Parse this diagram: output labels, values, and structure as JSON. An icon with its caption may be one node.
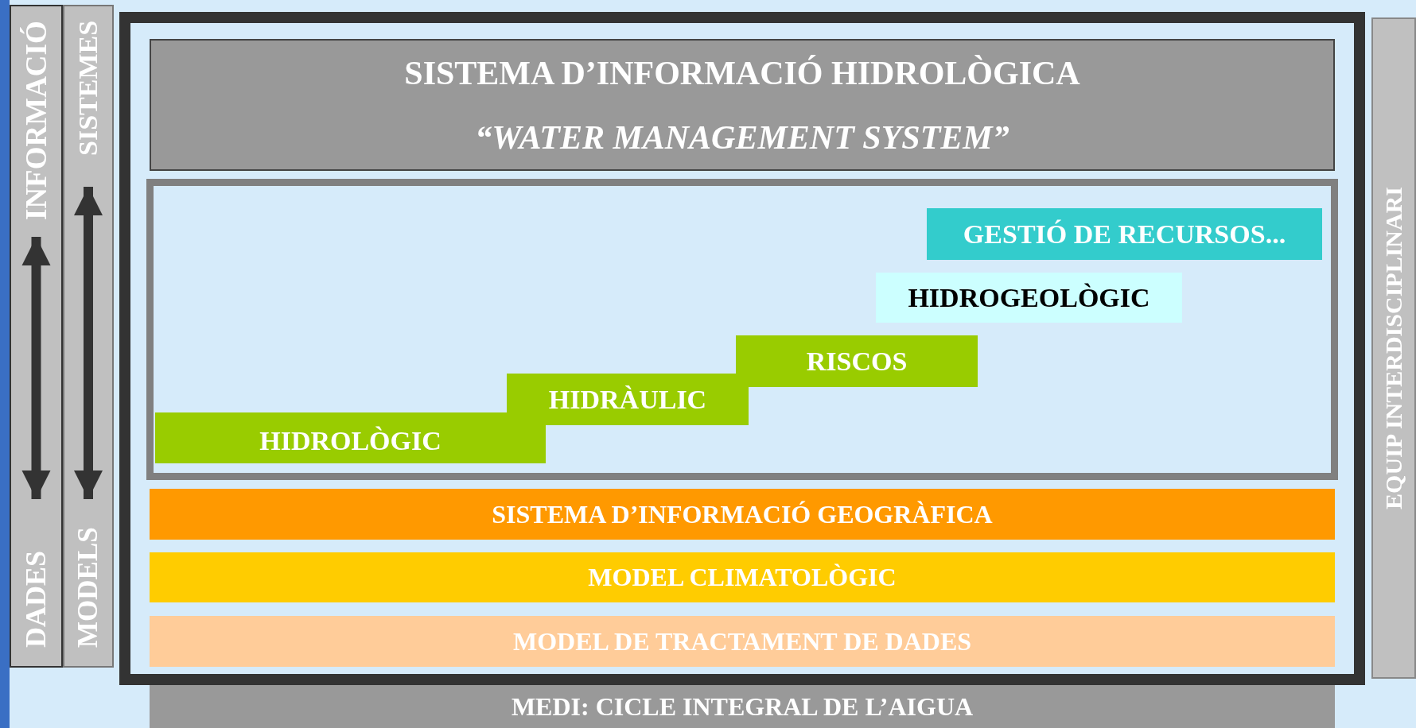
{
  "diagram": {
    "nodes": [
      {
        "text": [],
        "shape": "box"
      },
      {
        "text": [
          "INFORMACIÓ"
        ],
        "in": 0
      },
      {
        "text": [
          "DADES"
        ],
        "in": 0
      },
      {
        "text": [],
        "shape": "box"
      },
      {
        "text": [
          "SISTEMES"
        ],
        "in": 3
      },
      {
        "text": [
          "MODELS"
        ],
        "in": 3
      },
      {
        "text": [],
        "shape": "box"
      },
      {
        "text": [
          "SISTEMA D’INFORMACIÓ HIDROLÒGICA",
          "“WATER MANAGEMENT SYSTEM”"
        ],
        "in": 6
      },
      {
        "text": [],
        "shape": "box",
        "in": 6
      },
      {
        "text": [
          "GESTIÓ DE RECURSOS..."
        ],
        "in": 8
      },
      {
        "text": [
          "HIDROGEOLÒGIC"
        ],
        "in": 8
      },
      {
        "text": [
          "RISCOS"
        ],
        "in": 8
      },
      {
        "text": [
          "HIDRÀULIC"
        ],
        "in": 8
      },
      {
        "text": [
          "HIDROLÒGIC"
        ],
        "in": 8
      },
      {
        "text": [
          "SISTEMA D’INFORMACIÓ GEOGRÀFICA"
        ],
        "in": 6
      },
      {
        "text": [
          "MODEL CLIMATOLÒGIC"
        ],
        "in": 6
      },
      {
        "text": [
          "MODEL DE TRACTAMENT DE DADES"
        ],
        "in": 6
      },
      {
        "text": [
          "MEDI: CICLE INTEGRAL DE L’AIGUA"
        ]
      },
      {
        "text": [
          "EQUIP INTERDISCIPLINARI"
        ]
      }
    ],
    "edges": [
      {
        "from": 1,
        "to": 2,
        "arrow": "both"
      },
      {
        "from": 4,
        "to": 5,
        "arrow": "both"
      }
    ]
  }
}
